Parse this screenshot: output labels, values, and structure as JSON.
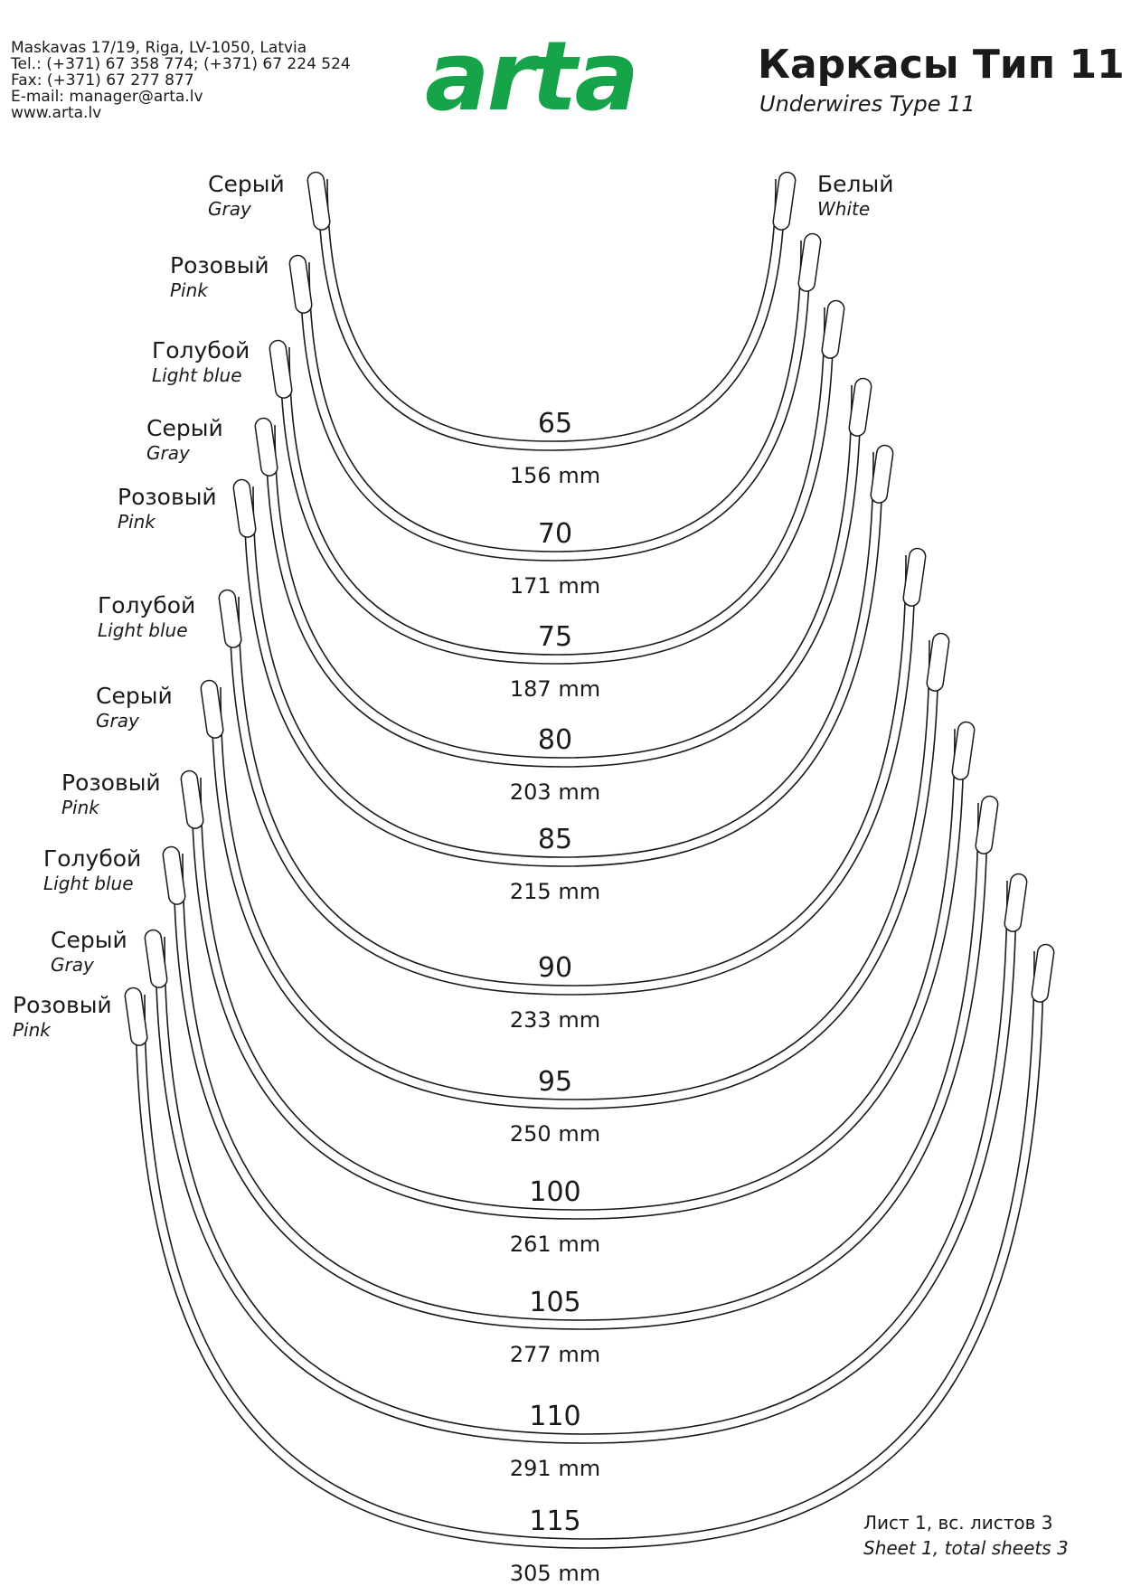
{
  "header": {
    "address": "Maskavas 17/19, Riga, LV-1050, Latvia",
    "tel": "Tel.: (+371) 67 358 774; (+371) 67 224 524",
    "fax": "Fax: (+371) 67 277 877",
    "email": "E-mail: manager@arta.lv",
    "web": "www.arta.lv",
    "logo_text": "arta",
    "title_ru": "Каркасы Тип 11",
    "title_en": "Underwires Type 11"
  },
  "colors": {
    "logo": "#16a34a",
    "line": "#1a1a1a"
  },
  "wires": [
    {
      "size": "65",
      "length": "156 mm",
      "color_ru": "Серый",
      "color_en": "Gray",
      "right_ru": "Белый",
      "right_en": "White"
    },
    {
      "size": "70",
      "length": "171 mm",
      "color_ru": "Розовый",
      "color_en": "Pink"
    },
    {
      "size": "75",
      "length": "187 mm",
      "color_ru": "Голубой",
      "color_en": "Light blue"
    },
    {
      "size": "80",
      "length": "203 mm",
      "color_ru": "Серый",
      "color_en": "Gray"
    },
    {
      "size": "85",
      "length": "215 mm",
      "color_ru": "Розовый",
      "color_en": "Pink"
    },
    {
      "size": "90",
      "length": "233 mm",
      "color_ru": "Голубой",
      "color_en": "Light blue"
    },
    {
      "size": "95",
      "length": "250 mm",
      "color_ru": "Серый",
      "color_en": "Gray"
    },
    {
      "size": "100",
      "length": "261 mm",
      "color_ru": "Розовый",
      "color_en": "Pink"
    },
    {
      "size": "105",
      "length": "277 mm",
      "color_ru": "Голубой",
      "color_en": "Light blue"
    },
    {
      "size": "110",
      "length": "291 mm",
      "color_ru": "Серый",
      "color_en": "Gray"
    },
    {
      "size": "115",
      "length": "305 mm",
      "color_ru": "Розовый",
      "color_en": "Pink"
    }
  ],
  "footer": {
    "sheet_ru": "Лист 1, вс. листов 3",
    "sheet_en": "Sheet 1, total sheets 3"
  }
}
